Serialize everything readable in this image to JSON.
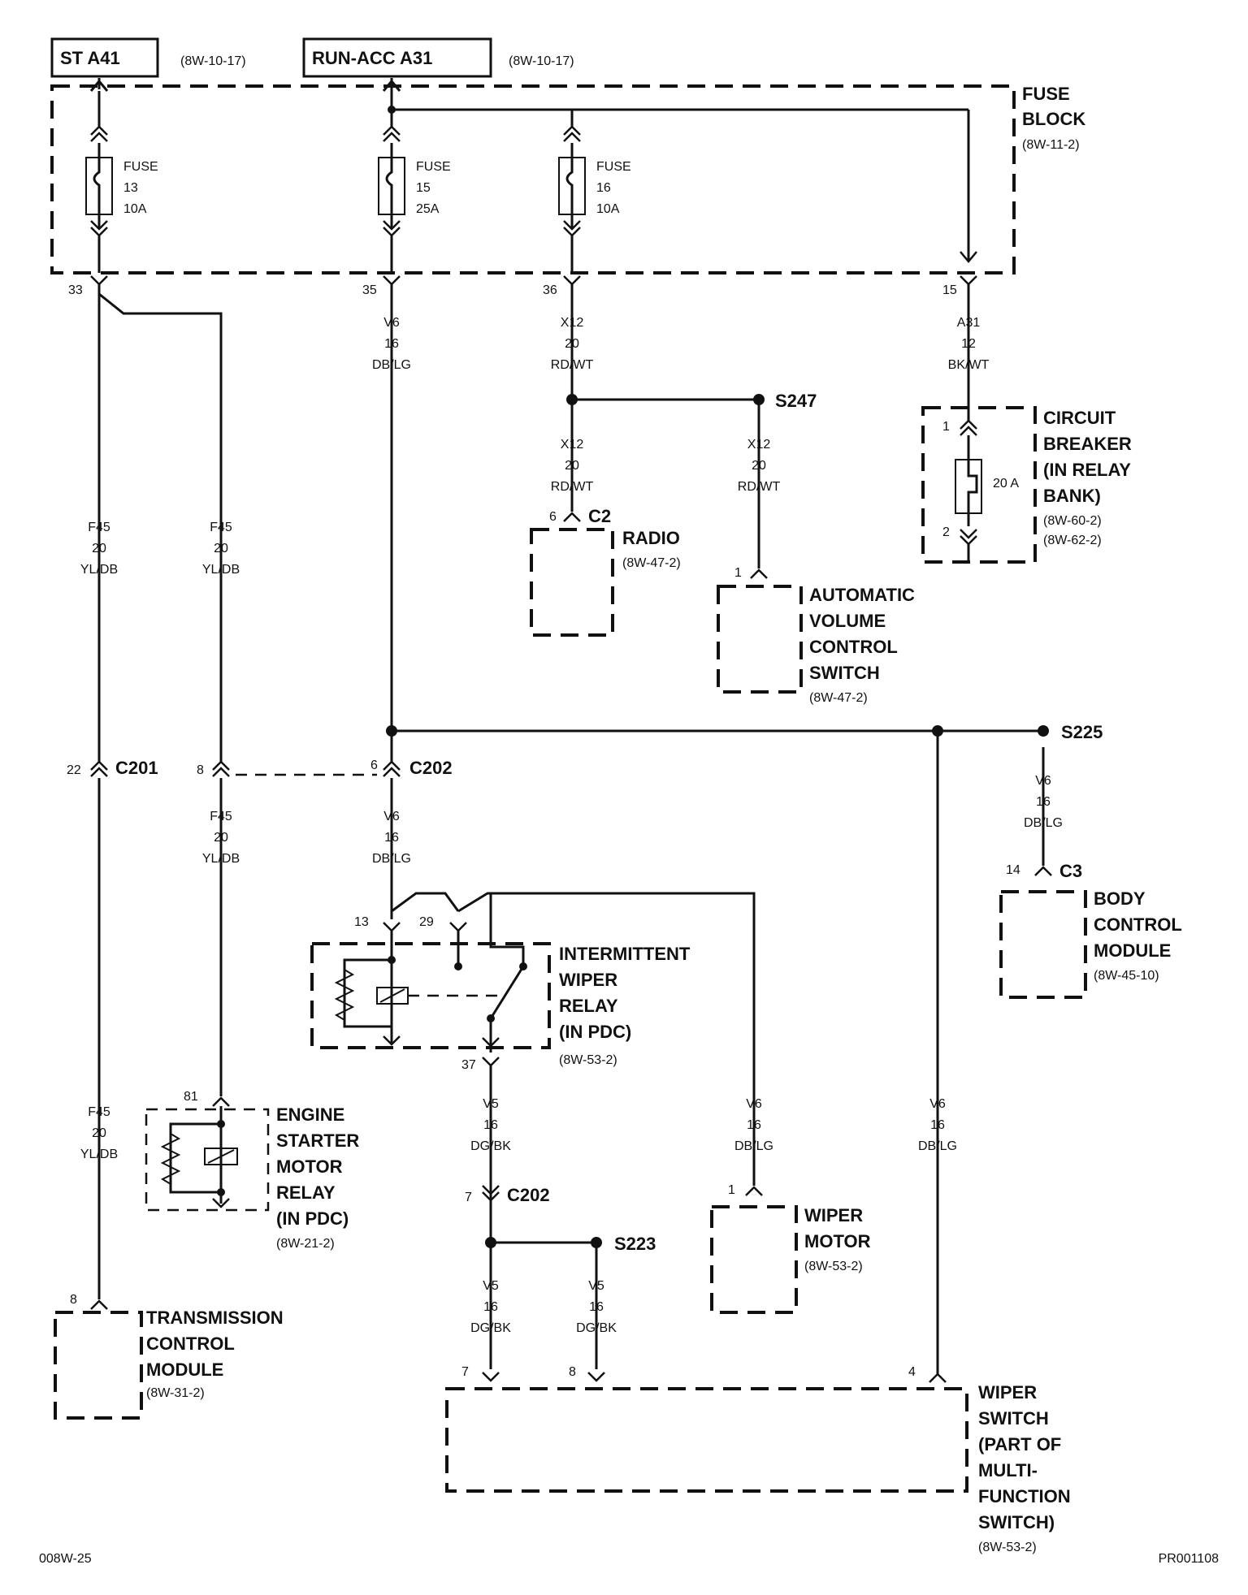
{
  "sources": {
    "st": {
      "label": "ST A41",
      "ref": "(8W-10-17)"
    },
    "runacc": {
      "label": "RUN-ACC A31",
      "ref": "(8W-10-17)"
    }
  },
  "fuse_block": {
    "title1": "FUSE",
    "title2": "BLOCK",
    "ref": "(8W-11-2)"
  },
  "fuses": [
    {
      "l1": "FUSE",
      "l2": "13",
      "l3": "10A",
      "pin": "33"
    },
    {
      "l1": "FUSE",
      "l2": "15",
      "l3": "25A",
      "pin": "35"
    },
    {
      "l1": "FUSE",
      "l2": "16",
      "l3": "10A",
      "pin": "36"
    }
  ],
  "fb_pin15": "15",
  "wires": {
    "v6_top": [
      "V6",
      "16",
      "DB/LG"
    ],
    "x12_top": [
      "X12",
      "20",
      "RD/WT"
    ],
    "a31": [
      "A31",
      "12",
      "BK/WT"
    ],
    "x12_radio": [
      "X12",
      "20",
      "RD/WT"
    ],
    "x12_avc": [
      "X12",
      "20",
      "RD/WT"
    ],
    "f45_left": [
      "F45",
      "20",
      "YL/DB"
    ],
    "f45_mid": [
      "F45",
      "20",
      "YL/DB"
    ],
    "f45_mid2": [
      "F45",
      "20",
      "YL/DB"
    ],
    "f45_left2": [
      "F45",
      "20",
      "YL/DB"
    ],
    "v6_c202": [
      "V6",
      "16",
      "DB/LG"
    ],
    "v6_s225": [
      "V6",
      "16",
      "DB/LG"
    ],
    "v5_37": [
      "V5",
      "16",
      "DG/BK"
    ],
    "v6_wm": [
      "V6",
      "16",
      "DB/LG"
    ],
    "v6_right": [
      "V6",
      "16",
      "DB/LG"
    ],
    "v5_a": [
      "V5",
      "16",
      "DG/BK"
    ],
    "v5_b": [
      "V5",
      "16",
      "DG/BK"
    ]
  },
  "splices": {
    "s247": "S247",
    "s225": "S225",
    "s223": "S223"
  },
  "connectors": {
    "c201": {
      "name": "C201",
      "pin": "22"
    },
    "c202a": {
      "name": "C202",
      "pin": "6"
    },
    "c202_8": "8",
    "c202b": {
      "name": "C202",
      "pin": "7"
    }
  },
  "breaker": {
    "l1": "CIRCUIT",
    "l2": "BREAKER",
    "l3": "(IN RELAY",
    "l4": "BANK)",
    "ref1": "(8W-60-2)",
    "ref2": "(8W-62-2)",
    "rating": "20 A",
    "pin1": "1",
    "pin2": "2"
  },
  "radio": {
    "name": "RADIO",
    "conn": "C2",
    "pin": "6",
    "ref": "(8W-47-2)"
  },
  "avc": {
    "l1": "AUTOMATIC",
    "l2": "VOLUME",
    "l3": "CONTROL",
    "l4": "SWITCH",
    "pin": "1",
    "ref": "(8W-47-2)"
  },
  "bcm": {
    "l1": "BODY",
    "l2": "CONTROL",
    "l3": "MODULE",
    "conn": "C3",
    "pin": "14",
    "ref": "(8W-45-10)"
  },
  "iwr": {
    "l1": "INTERMITTENT",
    "l2": "WIPER",
    "l3": "RELAY",
    "l4": "(IN PDC)",
    "ref": "(8W-53-2)",
    "pin13": "13",
    "pin29": "29",
    "pin37": "37"
  },
  "esr": {
    "l1": "ENGINE",
    "l2": "STARTER",
    "l3": "MOTOR",
    "l4": "RELAY",
    "l5": "(IN PDC)",
    "ref": "(8W-21-2)",
    "pin": "81"
  },
  "wm": {
    "l1": "WIPER",
    "l2": "MOTOR",
    "ref": "(8W-53-2)",
    "pin": "1"
  },
  "tcm": {
    "l1": "TRANSMISSION",
    "l2": "CONTROL",
    "l3": "MODULE",
    "ref": "(8W-31-2)",
    "pin": "8"
  },
  "ws": {
    "l1": "WIPER",
    "l2": "SWITCH",
    "l3": "(PART OF",
    "l4": "MULTI-",
    "l5": "FUNCTION",
    "l6": "SWITCH)",
    "ref": "(8W-53-2)",
    "pin7": "7",
    "pin8": "8",
    "pin4": "4"
  },
  "footer": {
    "left": "008W-25",
    "right": "PR001108"
  }
}
